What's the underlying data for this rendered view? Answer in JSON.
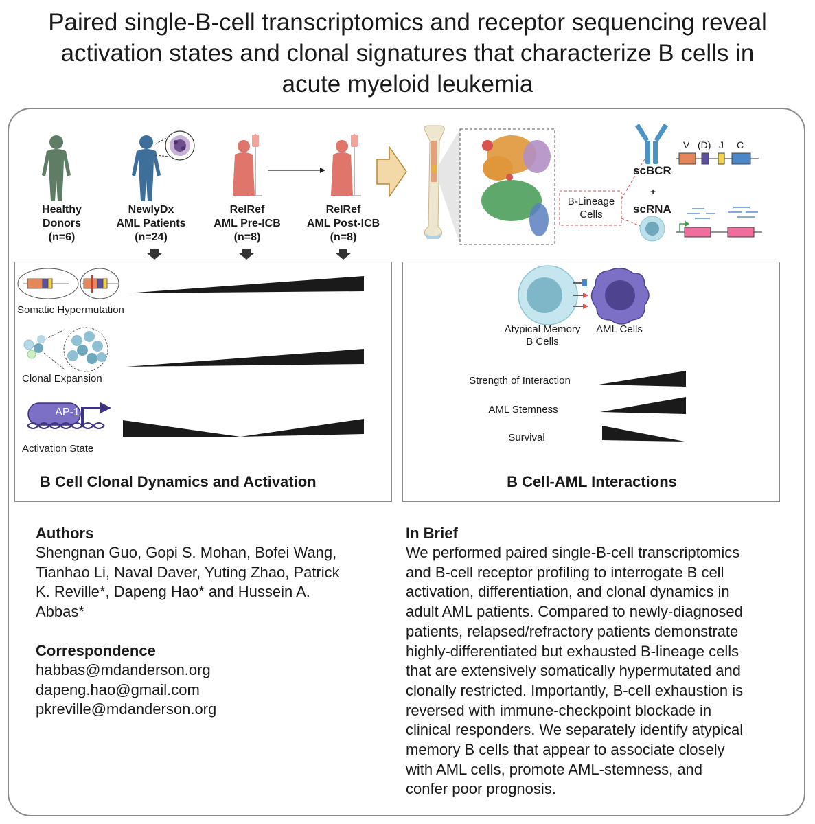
{
  "title_lines": [
    "Paired single-B-cell transcriptomics and receptor sequencing reveal",
    "activation states and clonal signatures that characterize B cells in",
    "acute myeloid leukemia"
  ],
  "groups": [
    {
      "line1": "Healthy",
      "line2": "Donors",
      "line3": "(n=6)",
      "color": "#5e7d64"
    },
    {
      "line1": "NewlyDx",
      "line2": "AML Patients",
      "line3": "(n=24)",
      "color": "#3d6f9a"
    },
    {
      "line1": "RelRef",
      "line2": "AML Pre-ICB",
      "line3": "(n=8)",
      "color": "#e0756b"
    },
    {
      "line1": "RelRef",
      "line2": "AML Post-ICB",
      "line3": "(n=8)",
      "color": "#e0756b"
    }
  ],
  "bcr": {
    "label": "scBCR",
    "segments": [
      "V",
      "(D)",
      "J",
      "C"
    ],
    "plus": "+",
    "rna_label": "scRNA",
    "lineage_label": [
      "B-Lineage",
      "Cells"
    ]
  },
  "left_panel": {
    "title": "B Cell Clonal Dynamics and Activation",
    "rows": [
      {
        "label": "Somatic Hypermutation"
      },
      {
        "label": "Clonal Expansion"
      },
      {
        "label": "Activation State",
        "icon_text": "AP-1"
      }
    ]
  },
  "right_panel": {
    "title": "B Cell-AML Interactions",
    "cell_a": [
      "Atypical Memory",
      "B Cells"
    ],
    "cell_b": "AML Cells",
    "metrics": [
      "Strength of Interaction",
      "AML Stemness",
      "Survival"
    ]
  },
  "authors": {
    "heading": "Authors",
    "lines": [
      "Shengnan Guo, Gopi S. Mohan, Bofei Wang,",
      "Tianhao Li, Naval Daver, Yuting Zhao, Patrick",
      "K. Reville*, Dapeng Hao* and Hussein A.",
      "Abbas*"
    ]
  },
  "correspondence": {
    "heading": "Correspondence",
    "emails": [
      "habbas@mdanderson.org",
      "dapeng.hao@gmail.com",
      "pkreville@mdanderson.org"
    ]
  },
  "in_brief": {
    "heading": "In Brief",
    "lines": [
      "We performed paired single-B-cell transcriptomics",
      "and B-cell receptor profiling to interrogate B cell",
      "activation, differentiation, and clonal dynamics in",
      "adult AML patients. Compared to newly-diagnosed",
      "patients, relapsed/refractory patients demonstrate",
      "highly-differentiated but exhausted B-lineage cells",
      "that are extensively somatically hypermutated and",
      "clonally restricted. Importantly, B-cell exhaustion is",
      "reversed with immune-checkpoint blockade in",
      "clinical responders. We separately identify atypical",
      "memory B cells that appear to associate closely",
      "with AML cells, promote AML-stemness, and",
      "confer poor prognosis."
    ]
  },
  "colors": {
    "healthy": "#5e7d64",
    "newly": "#3d6f9a",
    "relref": "#e0756b",
    "wedge": "#1a1a1a",
    "umap_orange": "#e0963a",
    "umap_green": "#5fa86c",
    "umap_purple": "#b28fc4",
    "umap_red": "#d9534f",
    "umap_blue": "#5b7fc0"
  }
}
